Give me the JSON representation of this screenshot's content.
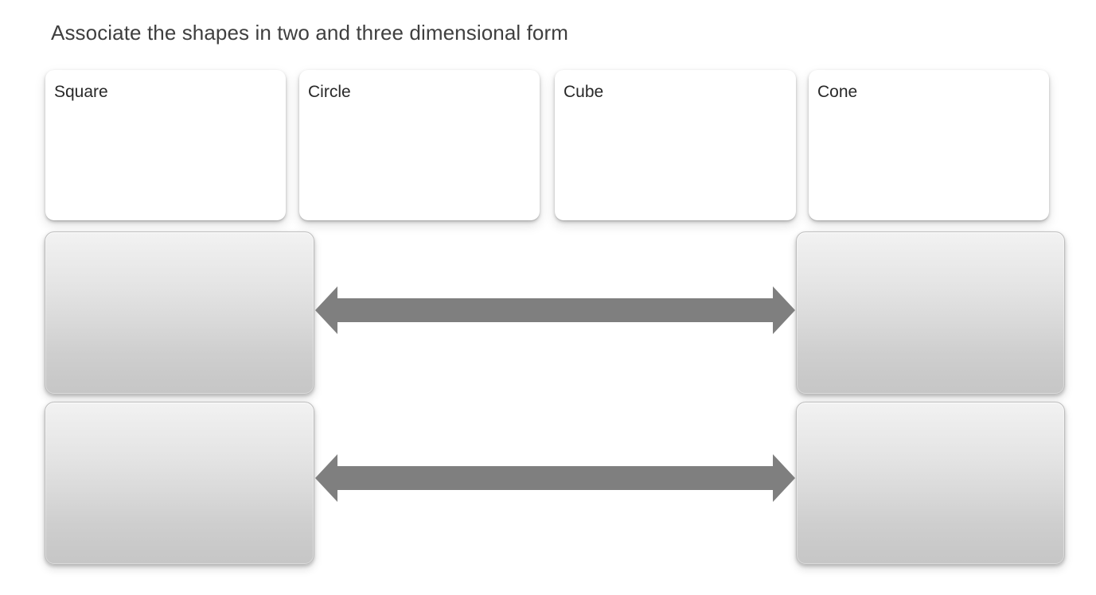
{
  "page": {
    "title": "Associate the shapes in two and three dimensional form",
    "background_color": "#ffffff",
    "title_color": "#3f3f3f"
  },
  "shape_cards": [
    {
      "label": "Square",
      "background_color": "#ffffff"
    },
    {
      "label": "Circle",
      "background_color": "#ffffff"
    },
    {
      "label": "Cube",
      "background_color": "#ffffff"
    },
    {
      "label": "Cone",
      "background_color": "#ffffff"
    }
  ],
  "drop_zones": [
    {
      "id": "top-left",
      "label": "",
      "position": "top-left"
    },
    {
      "id": "top-right",
      "label": "",
      "position": "top-right"
    },
    {
      "id": "bottom-left",
      "label": "",
      "position": "bottom-left"
    },
    {
      "id": "bottom-right",
      "label": "",
      "position": "bottom-right"
    }
  ],
  "connectors": [
    {
      "id": "connector-top",
      "type": "double-headed-arrow",
      "color": "#7f7f7f",
      "direction": "horizontal"
    },
    {
      "id": "connector-bottom",
      "type": "double-headed-arrow",
      "color": "#7f7f7f",
      "direction": "horizontal"
    }
  ],
  "colors": {
    "arrow": "#7f7f7f",
    "dropzone_gradient_top": "#f2f2f2",
    "dropzone_gradient_bottom": "#c6c6c6",
    "dropzone_border": "#bdbdbd",
    "card_label": "#282828"
  }
}
